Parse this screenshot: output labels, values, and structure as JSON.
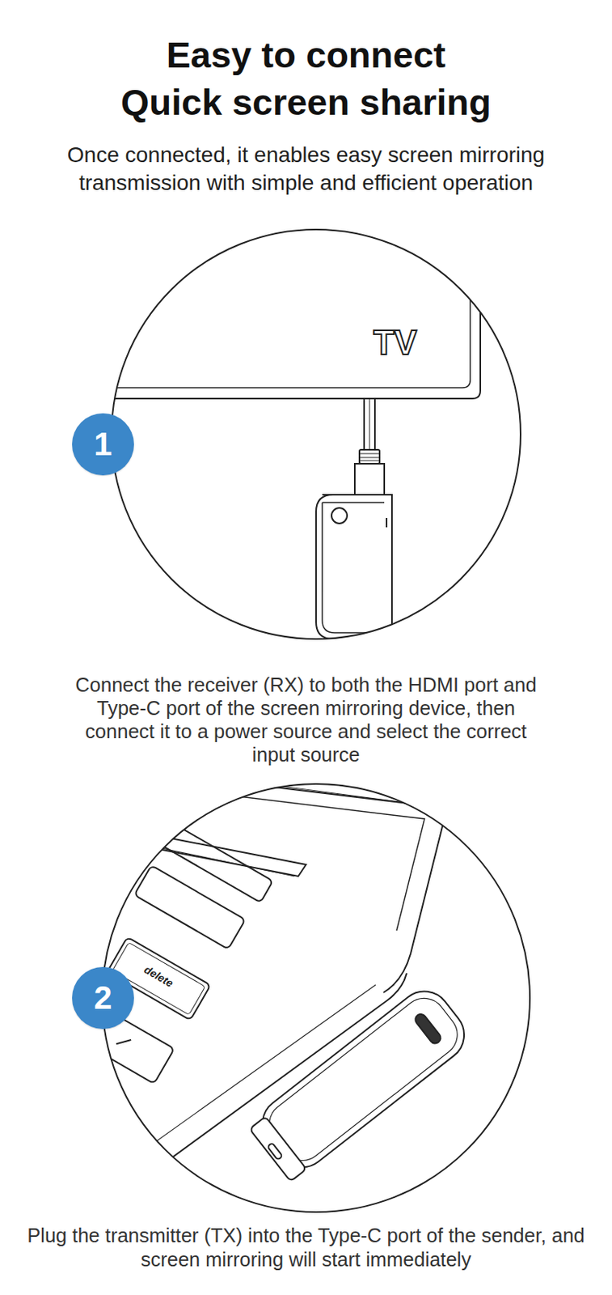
{
  "diagram": {
    "title": "Easy to connect Quick screen sharing",
    "nodes": [
      {
        "text": [
          "1"
        ]
      },
      {
        "text": [
          "2"
        ]
      }
    ],
    "labels": [
      "Once connected, it enables easy screen mirroring transmission with simple and efficient operation",
      "TV",
      "Connect the receiver (RX) to both the HDMI port and Type-C port of the screen mirroring device, then connect it to a power source and select the correct input source",
      "delete",
      "Plug the transmitter (TX) into the Type-C port of the sender, and screen mirroring will start immediately"
    ]
  }
}
